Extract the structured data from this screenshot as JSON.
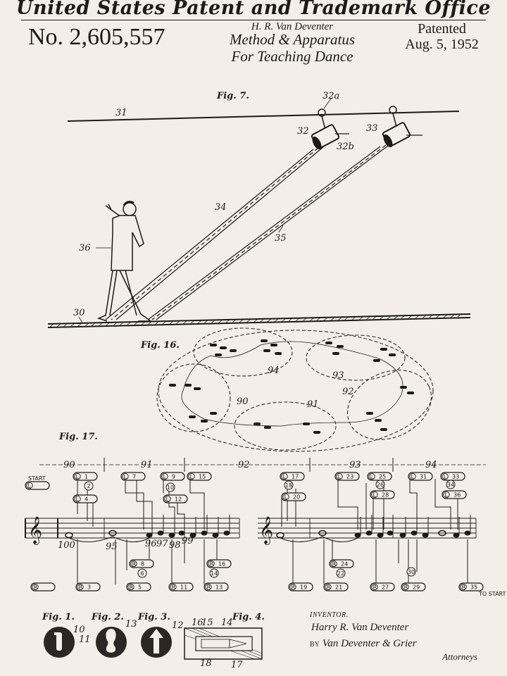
{
  "header": {
    "office": "United States Patent and Trademark Office",
    "patent_number": "No. 2,605,557",
    "inventor_short": "H. R. Van Deventer",
    "title_line1": "Method & Apparatus",
    "title_line2": "For Teaching Dance",
    "patented_label": "Patented",
    "patented_date": "Aug. 5, 1952"
  },
  "figures": {
    "fig7": "Fig. 7.",
    "fig16": "Fig. 16.",
    "fig17": "Fig. 17.",
    "fig1": "Fig. 1.",
    "fig2": "Fig. 2.",
    "fig3": "Fig. 3.",
    "fig4": "Fig. 4."
  },
  "refs": {
    "r31": "31",
    "r32a": "32a",
    "r32": "32",
    "r33": "33",
    "r32b": "32b",
    "r34": "34",
    "r35": "35",
    "r36": "36",
    "r30": "30",
    "r90": "90",
    "r91": "91",
    "r92": "92",
    "r93": "93",
    "r94": "94",
    "r100": "100",
    "r95": "95",
    "r96": "96",
    "r97": "97",
    "r98": "98",
    "r99": "99",
    "r10": "10",
    "r11": "11",
    "r13": "13",
    "r12": "12",
    "r16": "16",
    "r15": "15",
    "r14": "14",
    "r17": "17",
    "r18": "18",
    "start": "START",
    "to_start": "TO START"
  },
  "steps_left_top": [
    "1",
    "2",
    "4",
    "7",
    "9",
    "10",
    "12",
    "15"
  ],
  "steps_left_bottom": [
    "3",
    "5",
    "6",
    "8",
    "11",
    "13",
    "14",
    "16"
  ],
  "steps_right_top": [
    "17",
    "18",
    "20",
    "23",
    "25",
    "26",
    "28",
    "31",
    "33",
    "34",
    "36"
  ],
  "steps_right_bottom": [
    "19",
    "21",
    "22",
    "24",
    "27",
    "29",
    "30",
    "35"
  ],
  "inventor": {
    "label": "INVENTOR.",
    "name": "Harry R. Van Deventer",
    "by": "BY",
    "attorney_sig": "Van Deventer & Grier",
    "attorneys": "Attorneys"
  }
}
